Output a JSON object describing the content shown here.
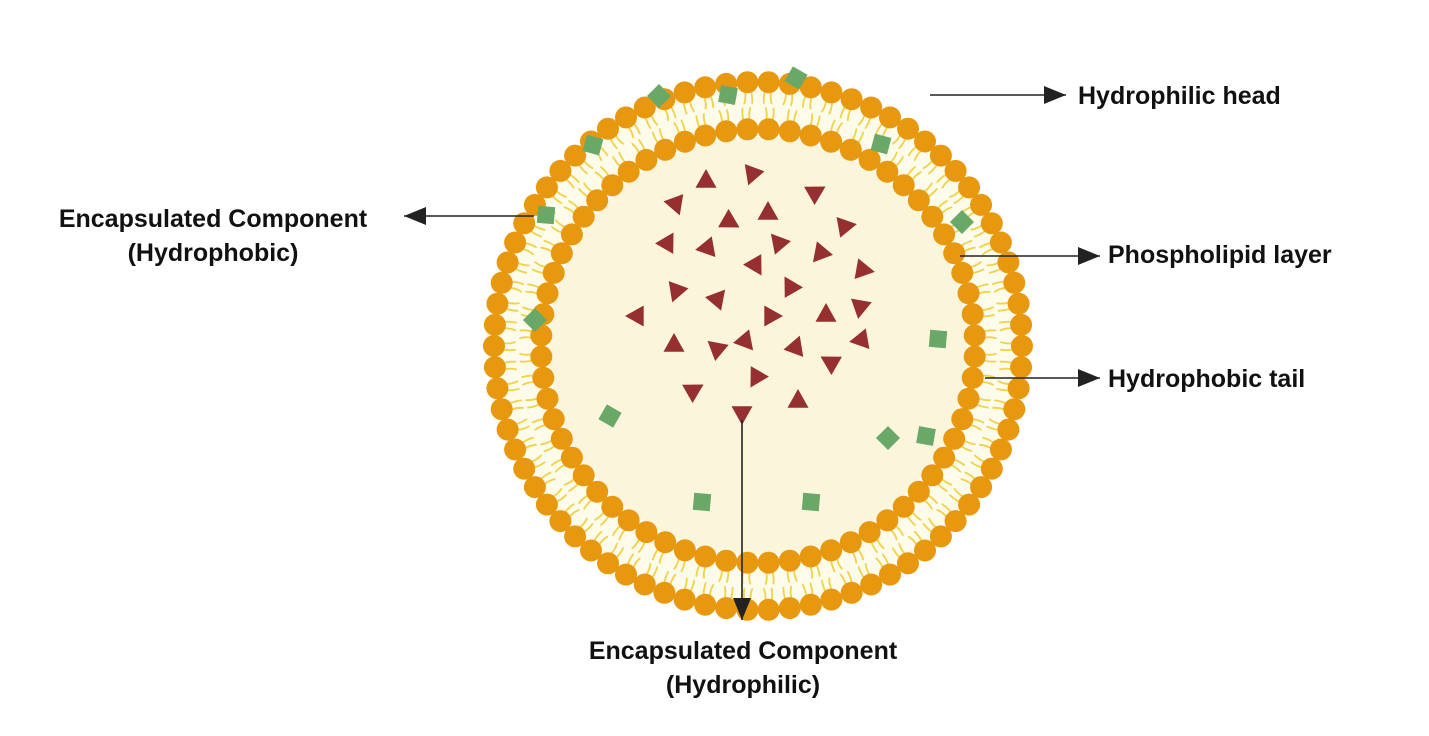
{
  "labels": {
    "hydrophilic_head": "Hydrophilic head",
    "phospholipid_layer": "Phospholipid layer",
    "hydrophobic_tail": "Hydrophobic tail",
    "encapsulated_hydrophobic": {
      "line1": "Encapsulated Component",
      "line2": "(Hydrophobic)"
    },
    "encapsulated_hydrophilic": {
      "line1": "Encapsulated Component",
      "line2": "(Hydrophilic)"
    }
  },
  "colors": {
    "head": "#e8980e",
    "tail": "#f0d24a",
    "core": "#fbf5dc",
    "bilayer_bg": "#fdfbea",
    "hydrophobic_cargo": "#6aa868",
    "hydrophilic_cargo": "#962f2f",
    "arrow": "#222222"
  },
  "icons": {
    "hydrophobic_cargo": "green-square-icon",
    "hydrophilic_cargo": "red-triangle-icon",
    "lipid_head": "orange-circle-icon"
  }
}
